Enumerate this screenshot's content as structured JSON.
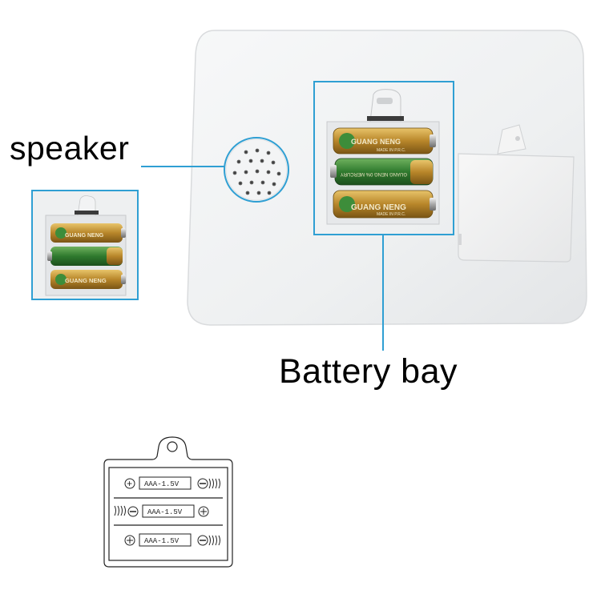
{
  "callouts": {
    "speaker_label": "speaker",
    "battery_bay_label": "Battery bay"
  },
  "battery_brand": "GUANG NENG",
  "battery_made_in": "MADE IN P.R.C.",
  "diagram": {
    "slot_label": "AAA-1.5V",
    "plus_symbol": "+",
    "minus_symbol": "−"
  },
  "colors": {
    "callout_line": "#2f9fd3",
    "device_body": "#f4f5f6",
    "battery_gold": "#c89a30",
    "battery_green": "#3c8a3a"
  }
}
